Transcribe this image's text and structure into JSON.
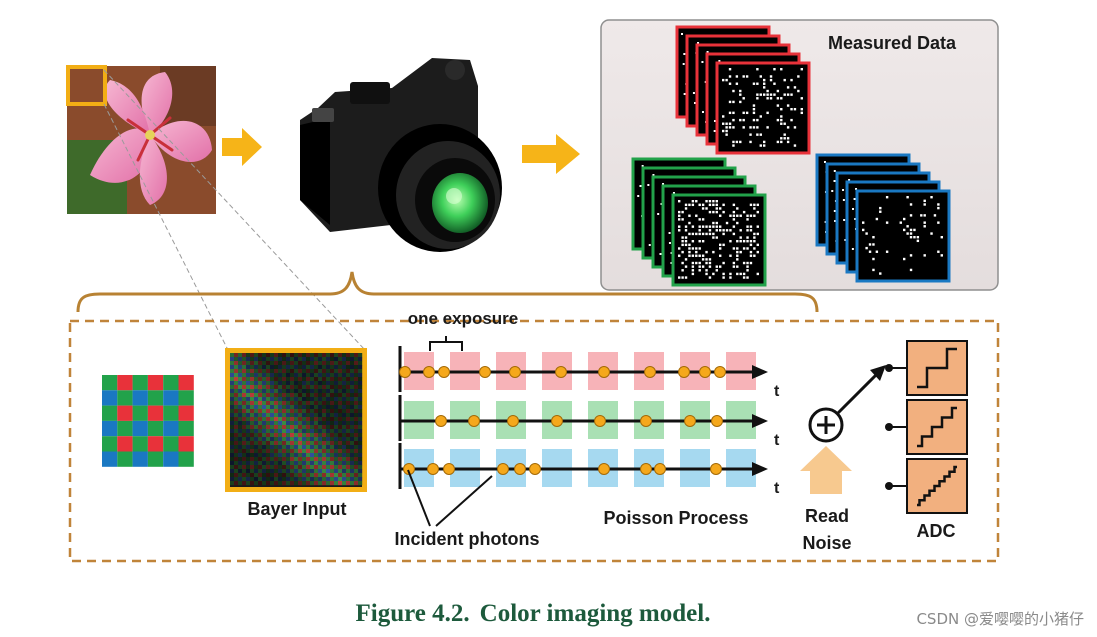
{
  "labels": {
    "measured_data": "Measured Data",
    "one_exposure": "one exposure",
    "bayer_input": "Bayer Input",
    "incident_photons": "Incident photons",
    "poisson_process": "Poisson Process",
    "read_noise_line1": "Read",
    "read_noise_line2": "Noise",
    "adc": "ADC",
    "time_axis": "t"
  },
  "caption": {
    "prefix": "Figure 4.2.",
    "text": "Color imaging model."
  },
  "watermark": "CSDN @爱嘤嘤的小猪仔",
  "colors": {
    "red_channel": "#e8323a",
    "green_channel": "#22a24a",
    "blue_channel": "#1a78c2",
    "red_slot": "#f7b3b8",
    "green_slot": "#a9e0b4",
    "blue_slot": "#a6d9f0",
    "photon": "#f5a81c",
    "arrow": "#f6b418",
    "dashed_frame": "#c0843a",
    "adc_box": "#f2b07f",
    "caption": "#1d5a3c"
  },
  "icons": [
    "flower-photo",
    "camera-icon",
    "bayer-pattern-icon",
    "adder-icon",
    "staircase-icon"
  ]
}
